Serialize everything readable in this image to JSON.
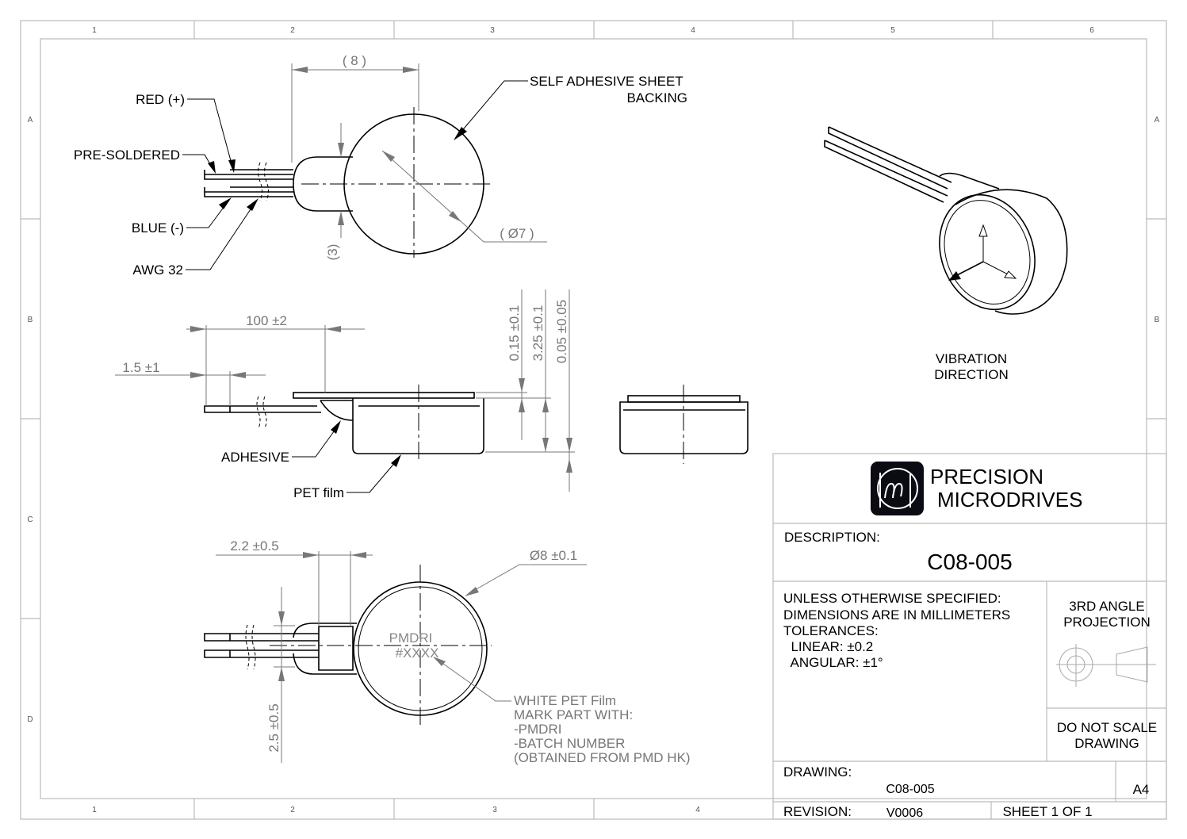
{
  "zones": {
    "top_columns": [
      "1",
      "2",
      "3",
      "4",
      "5",
      "6"
    ],
    "bottom_columns": [
      "1",
      "2",
      "3",
      "4"
    ],
    "rows": [
      "A",
      "B",
      "C",
      "D"
    ]
  },
  "top_view": {
    "dim_length": "( 8 )",
    "dim_diameter": "( Ø7 )",
    "dim_neck": "(3)",
    "labels": {
      "red": "RED (+)",
      "pre_soldered": "PRE-SOLDERED",
      "blue": "BLUE (-)",
      "awg": "AWG 32",
      "backing_1": "SELF ADHESIVE SHEET",
      "backing_2": "BACKING"
    }
  },
  "side_view": {
    "dim_lead": "100 ±2",
    "dim_strip": "1.5 ±1",
    "dim_sheet": "0.15 ±0.1",
    "dim_height": "3.25 ±0.1",
    "dim_film": "0.05 ±0.05",
    "labels": {
      "adhesive": "ADHESIVE",
      "pet_film": "PET film"
    }
  },
  "bottom_view": {
    "dim_neck": "2.2 ±0.5",
    "dim_diameter": "Ø8 ±0.1",
    "dim_width": "2.5 ±0.5",
    "marking_1": "PMDRI",
    "marking_2": "#XXXX",
    "note": [
      "WHITE PET Film",
      "MARK PART WITH:",
      "-PMDRI",
      "-BATCH NUMBER",
      "(OBTAINED FROM PMD HK)"
    ]
  },
  "iso_view": {
    "label_1": "VIBRATION",
    "label_2": "DIRECTION"
  },
  "title_block": {
    "company_1": "PRECISION",
    "company_2": "MICRODRIVES",
    "description_label": "DESCRIPTION:",
    "description": "C08-005",
    "notes": [
      "UNLESS OTHERWISE SPECIFIED:",
      "DIMENSIONS ARE IN MILLIMETERS",
      "TOLERANCES:",
      "  LINEAR: ±0.2",
      "  ANGULAR: ±1°"
    ],
    "projection_1": "3RD ANGLE",
    "projection_2": "PROJECTION",
    "scale_1": "DO NOT SCALE",
    "scale_2": "DRAWING",
    "drawing_label": "DRAWING:",
    "drawing": "C08-005",
    "size": "A4",
    "revision_label": "REVISION:",
    "revision": "V0006",
    "sheet": "SHEET 1 OF 1"
  }
}
